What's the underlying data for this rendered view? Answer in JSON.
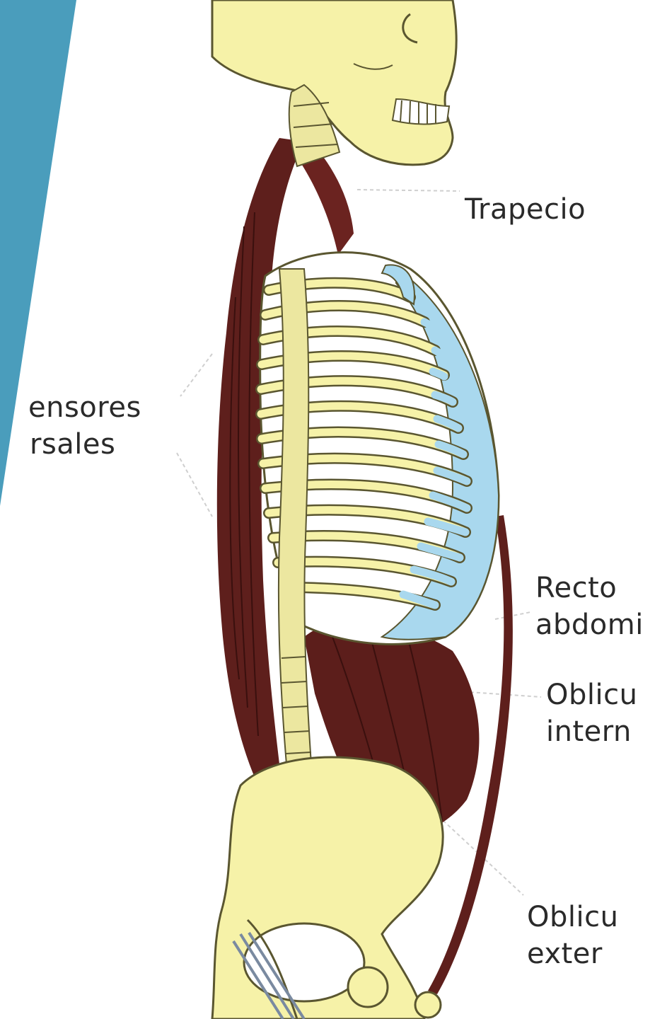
{
  "colors": {
    "teal_panel": "#4a9dbc",
    "bone": "#f6f2a8",
    "bone_outline": "#5a5630",
    "muscle": "#5e1f1c",
    "cartilage": "#a9d8ee",
    "leader_line": "#c8c8c8",
    "label_text": "#2a2a2a"
  },
  "labels": {
    "trapezius": "Trapecio",
    "extensors_line1": "ensores",
    "extensors_line2": "rsales",
    "rectus_line1": "Recto",
    "rectus_line2": "abdomi",
    "internal_oblique_line1": "Oblicu",
    "internal_oblique_line2": "intern",
    "external_oblique_line1": "Oblicu",
    "external_oblique_line2": "exter"
  }
}
